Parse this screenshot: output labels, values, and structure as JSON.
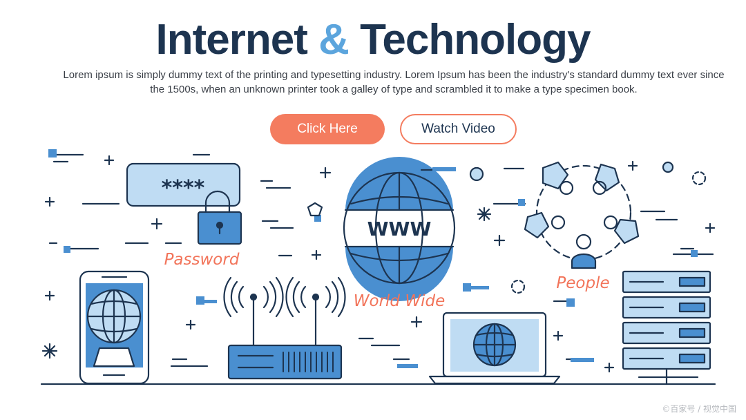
{
  "hero": {
    "title_part1": "Internet",
    "title_amp": "&",
    "title_part2": "Technology",
    "description": "Lorem ipsum is simply dummy text of the printing and typesetting industry. Lorem Ipsum has been the industry's standard dummy text ever since the 1500s, when an unknown printer took a galley of type and scrambled it to make a type specimen book."
  },
  "buttons": {
    "primary_label": "Click Here",
    "secondary_label": "Watch Video"
  },
  "illustration": {
    "password_mask": "****",
    "password_caption": "Password",
    "globe_label": "WWW",
    "world_wide_caption": "World Wide",
    "people_caption": "People"
  },
  "watermark": "©百家号 / 视觉中国",
  "colors": {
    "navy": "#1d3450",
    "accent_blue": "#5ca5dd",
    "light_blue": "#bfdcf3",
    "coral": "#f47c5f"
  },
  "icons": [
    "password-field-icon",
    "padlock-icon",
    "globe-icon",
    "people-network-icon",
    "smartphone-globe-icon",
    "wifi-router-icon",
    "laptop-globe-icon",
    "server-rack-icon"
  ]
}
